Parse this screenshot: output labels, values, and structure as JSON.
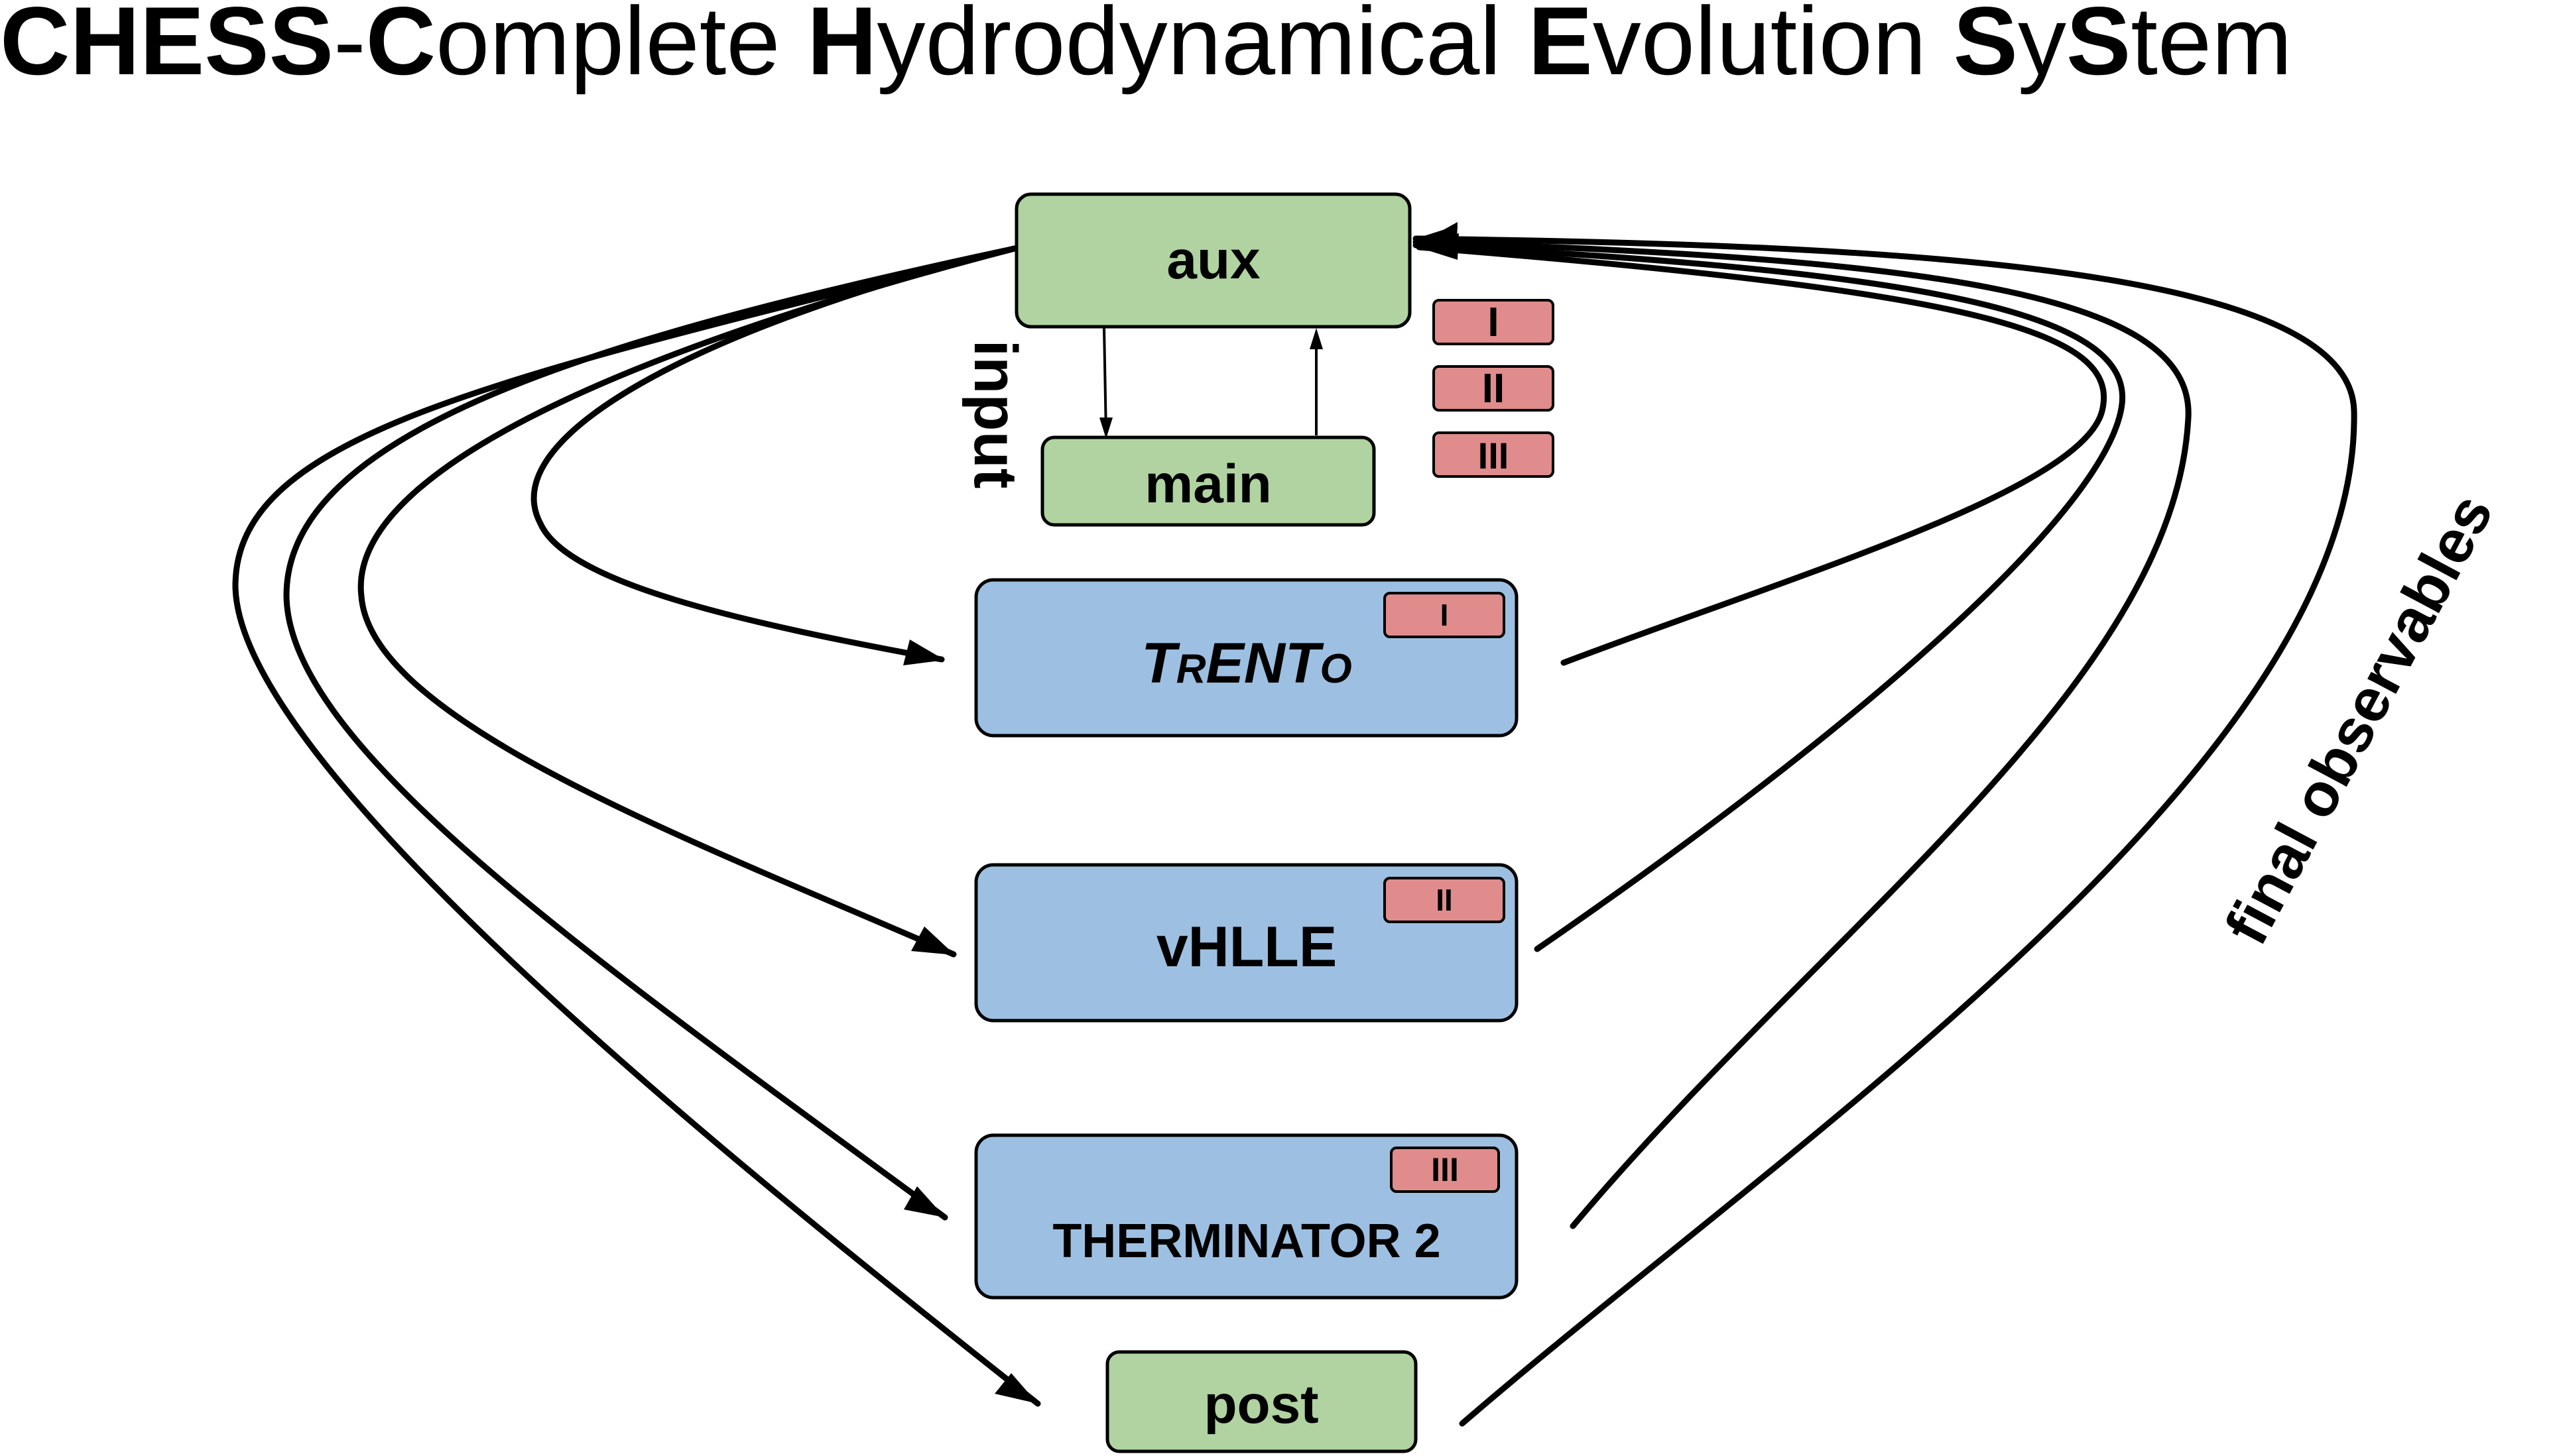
{
  "title": {
    "parts": [
      {
        "text": "CHESS",
        "bold": true
      },
      {
        "text": "-",
        "bold": false
      },
      {
        "text": "C",
        "bold": true
      },
      {
        "text": "omplete ",
        "bold": false
      },
      {
        "text": "H",
        "bold": true
      },
      {
        "text": "ydrodynamical ",
        "bold": false
      },
      {
        "text": "E",
        "bold": true
      },
      {
        "text": "volution ",
        "bold": false
      },
      {
        "text": "S",
        "bold": true
      },
      {
        "text": "y",
        "bold": false
      },
      {
        "text": "S",
        "bold": true
      },
      {
        "text": "tem",
        "bold": false
      }
    ]
  },
  "nodes": {
    "aux": {
      "label": "aux"
    },
    "main": {
      "label": "main"
    },
    "trento": {
      "label_parts": [
        "T",
        "R",
        "ENT",
        "O"
      ]
    },
    "vhlle": {
      "label": "vHLLE"
    },
    "therminator": {
      "label": "THERMINATOR 2"
    },
    "post": {
      "label": "post"
    }
  },
  "badges": {
    "legend": [
      "I",
      "II",
      "III"
    ],
    "trento": "I",
    "vhlle": "II",
    "therminator": "III"
  },
  "labels": {
    "input": "input",
    "final_observables": "final observables"
  },
  "colors": {
    "control_module": "#b0d3a1",
    "physics_module": "#9dc0e2",
    "badge": "#e08c8c",
    "outline": "#000000"
  }
}
